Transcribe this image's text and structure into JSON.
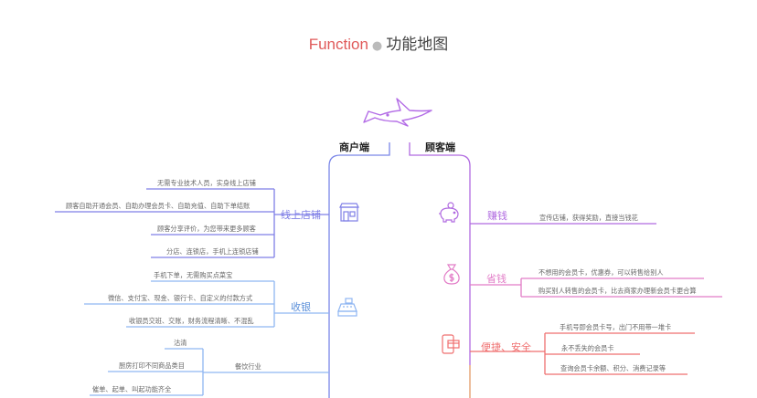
{
  "title": {
    "en": "Function",
    "sep": "●",
    "zh": "功能地图"
  },
  "center": {
    "left_label": "商户端",
    "right_label": "顾客端"
  },
  "colors": {
    "title_red": "#e05a5a",
    "merchant": "#7a86e8",
    "online": "#7f7fe6",
    "cashier": "#8fb6f2",
    "catering": "#8fb6f2",
    "earn": "#b06ae0",
    "save": "#e27cc7",
    "convenient": "#ef6f6f",
    "shark": "#b36ce6"
  },
  "merchant": {
    "online_store": {
      "label": "线上店铺",
      "icon": "store-icon",
      "items": [
        "无需专业技术人员，实身线上店铺",
        "顾客自助开通会员、自助办理会员卡、自助充值、自助下单结账",
        "顾客分享评价，为您带来更多顾客",
        "分店、连锁店，手机上连锁店铺"
      ]
    },
    "cashier": {
      "label": "收银",
      "icon": "cash-register-icon",
      "items": [
        "手机下单，无需购买点菜宝",
        "微信、支付宝、现金、银行卡、自定义的付款方式",
        "收银员交班、交账，财务流程清晰、不混乱"
      ]
    },
    "catering": {
      "label": "餐饮行业",
      "items": [
        "沽清",
        "厨房打印不同商品类目",
        "催单、起单、叫起功能齐全"
      ]
    }
  },
  "customer": {
    "earn": {
      "label": "赚钱",
      "icon": "piggy-bank-icon",
      "items": [
        "宣传店铺，获得奖励，直接当钱花"
      ]
    },
    "save": {
      "label": "省钱",
      "icon": "money-bag-icon",
      "items": [
        "不想用的会员卡，优惠券，可以转售给别人",
        "购买别人转售的会员卡，比去商家办理新会员卡更合算"
      ]
    },
    "convenient": {
      "label": "便捷、安全",
      "icon": "mobile-card-icon",
      "items": [
        "手机号即会员卡号，出门不用带一堆卡",
        "永不丢失的会员卡",
        "查询会员卡余额、积分、消费记录等"
      ]
    }
  }
}
